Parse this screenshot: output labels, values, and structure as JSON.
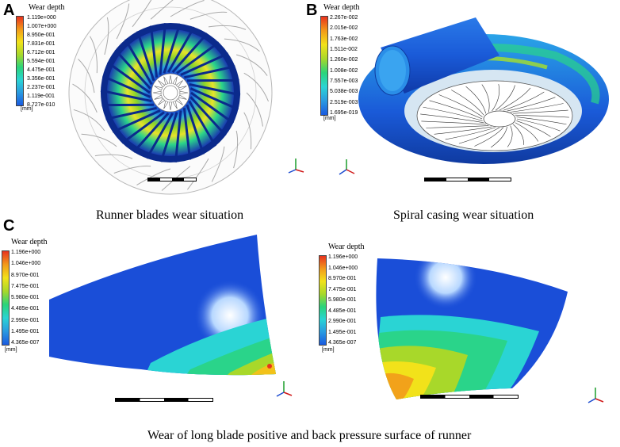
{
  "panels": [
    {
      "letter": "A",
      "caption": "Runner blades wear situation",
      "legend": {
        "title": "Wear depth",
        "values": [
          "1.119e+000",
          "1.007e+000",
          "8.950e-001",
          "7.831e-001",
          "6.712e-001",
          "5.594e-001",
          "4.475e-001",
          "3.356e-001",
          "2.237e-001",
          "1.119e-001",
          "8.727e-010"
        ],
        "unit": "[mm]"
      }
    },
    {
      "letter": "B",
      "caption": "Spiral casing wear situation",
      "legend": {
        "title": "Wear depth",
        "values": [
          "2.267e-002",
          "2.015e-002",
          "1.763e-002",
          "1.511e-002",
          "1.260e-002",
          "1.008e-002",
          "7.557e-003",
          "5.038e-003",
          "2.519e-003",
          "1.695e-019"
        ],
        "unit": "[mm]"
      }
    },
    {
      "letter": "C",
      "caption": "Wear of long blade positive and back pressure surface of runner",
      "legend": {
        "title": "Wear depth",
        "values": [
          "1.196e+000",
          "1.046e+000",
          "8.970e-001",
          "7.475e-001",
          "5.980e-001",
          "4.485e-001",
          "2.990e-001",
          "1.495e-001",
          "4.365e-007"
        ],
        "unit": "[mm]"
      }
    },
    {
      "letter": "",
      "caption": "",
      "legend": {
        "title": "Wear depth",
        "values": [
          "1.196e+000",
          "1.046e+000",
          "8.970e-001",
          "7.475e-001",
          "5.980e-001",
          "4.485e-001",
          "2.990e-001",
          "1.495e-001",
          "4.365e-007"
        ],
        "unit": "[mm]"
      }
    }
  ],
  "colors": {
    "max": "#e8321e",
    "high": "#f29a1a",
    "mid_high": "#f2e21a",
    "mid": "#8ad42a",
    "mid_low": "#2ad47a",
    "low": "#2ad4d4",
    "min": "#1a5ae0"
  }
}
